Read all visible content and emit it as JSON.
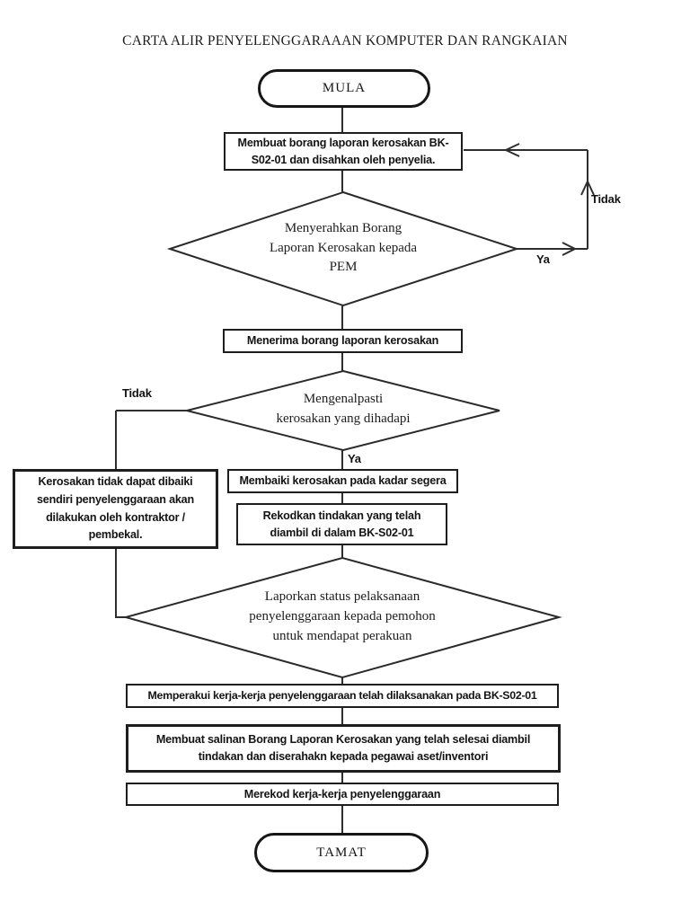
{
  "page": {
    "title": "CARTA ALIR PENYELENGGARAAAN KOMPUTER DAN RANGKAIAN"
  },
  "flowchart": {
    "start_label": "MULA",
    "end_label": "TAMAT",
    "steps": {
      "membuat_borang": "Membuat borang laporan kerosakan BK-\nS02-01 dan disahkan oleh penyelia.",
      "menyerahkan_borang": "Menyerahkan Borang\nLaporan Kerosakan kepada\nPEM",
      "menerima_borang": "Menerima borang laporan kerosakan",
      "mengenalpasti": "Mengenalpasti\nkerosakan yang dihadapi",
      "kerosakan_kontraktor": "Kerosakan tidak dapat dibaiki\nsendiri penyelenggaraan akan\ndilakukan oleh kontraktor /\npembekal.",
      "membaiki": "Membaiki kerosakan pada kadar segera",
      "rekodkan": "Rekodkan tindakan yang telah\ndiambil di dalam BK-S02-01",
      "laporkan": "Laporkan status pelaksanaan\npenyelenggaraan kepada pemohon\nuntuk mendapat perakuan",
      "memperakui": "Memperakui kerja-kerja penyelenggaraan telah dilaksanakan pada BK-S02-01",
      "membuat_salinan": "Membuat salinan Borang Laporan Kerosakan yang telah selesai diambil\ntindakan dan diserahakn kepada pegawai aset/inventori",
      "merekod": "Merekod kerja-kerja penyelenggaraan"
    },
    "branch_labels": {
      "tidak_loop": "Tidak",
      "ya_loop": "Ya",
      "tidak_left": "Tidak",
      "ya_down": "Ya"
    }
  },
  "colors": {
    "ink": "#1e1e1e",
    "background": "#ffffff"
  }
}
